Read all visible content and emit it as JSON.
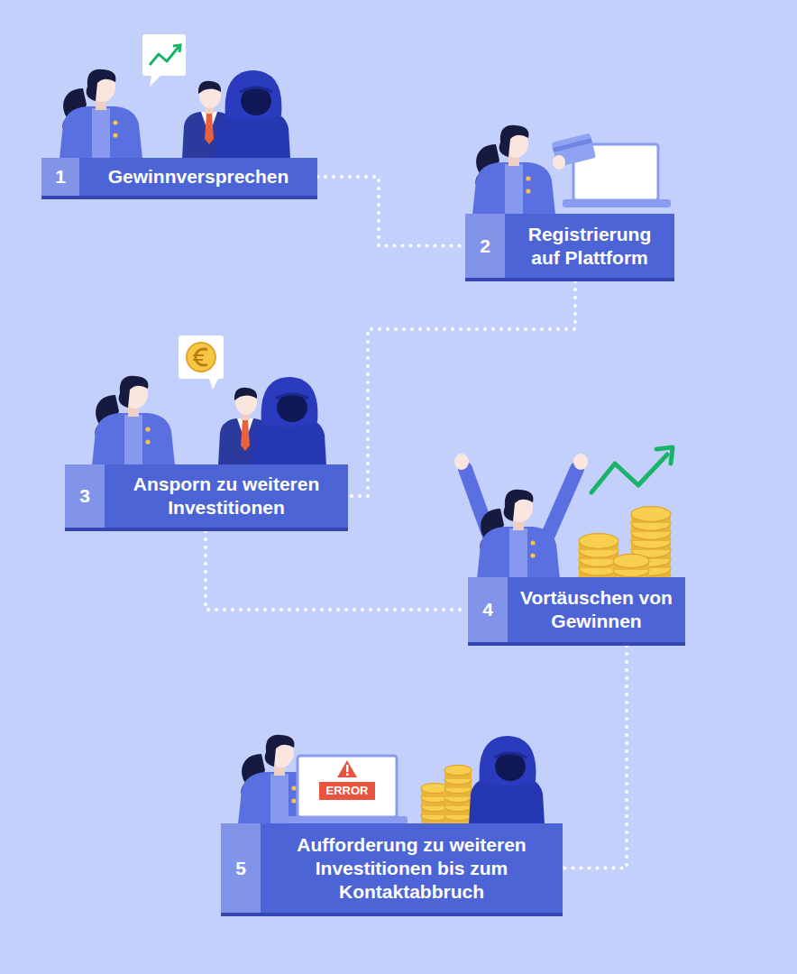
{
  "diagram": {
    "nodes": [
      {
        "text": [
          "1",
          "Gewinnversprechen"
        ]
      },
      {
        "text": [
          "2",
          "Registrierung auf Plattform"
        ]
      },
      {
        "text": [
          "3",
          "Ansporn zu weiteren Investitionen"
        ]
      },
      {
        "text": [
          "4",
          "Vortäuschen von Gewinnen"
        ]
      },
      {
        "text": [
          "5",
          "Aufforderung zu weiteren Investitionen bis zum Kontaktabbruch"
        ]
      }
    ],
    "edges": [
      {
        "from": 0,
        "to": 1,
        "arrow": "none"
      },
      {
        "from": 1,
        "to": 2,
        "arrow": "none"
      },
      {
        "from": 2,
        "to": 3,
        "arrow": "none"
      },
      {
        "from": 3,
        "to": 4,
        "arrow": "none"
      }
    ],
    "labels": [
      "ERROR"
    ]
  }
}
